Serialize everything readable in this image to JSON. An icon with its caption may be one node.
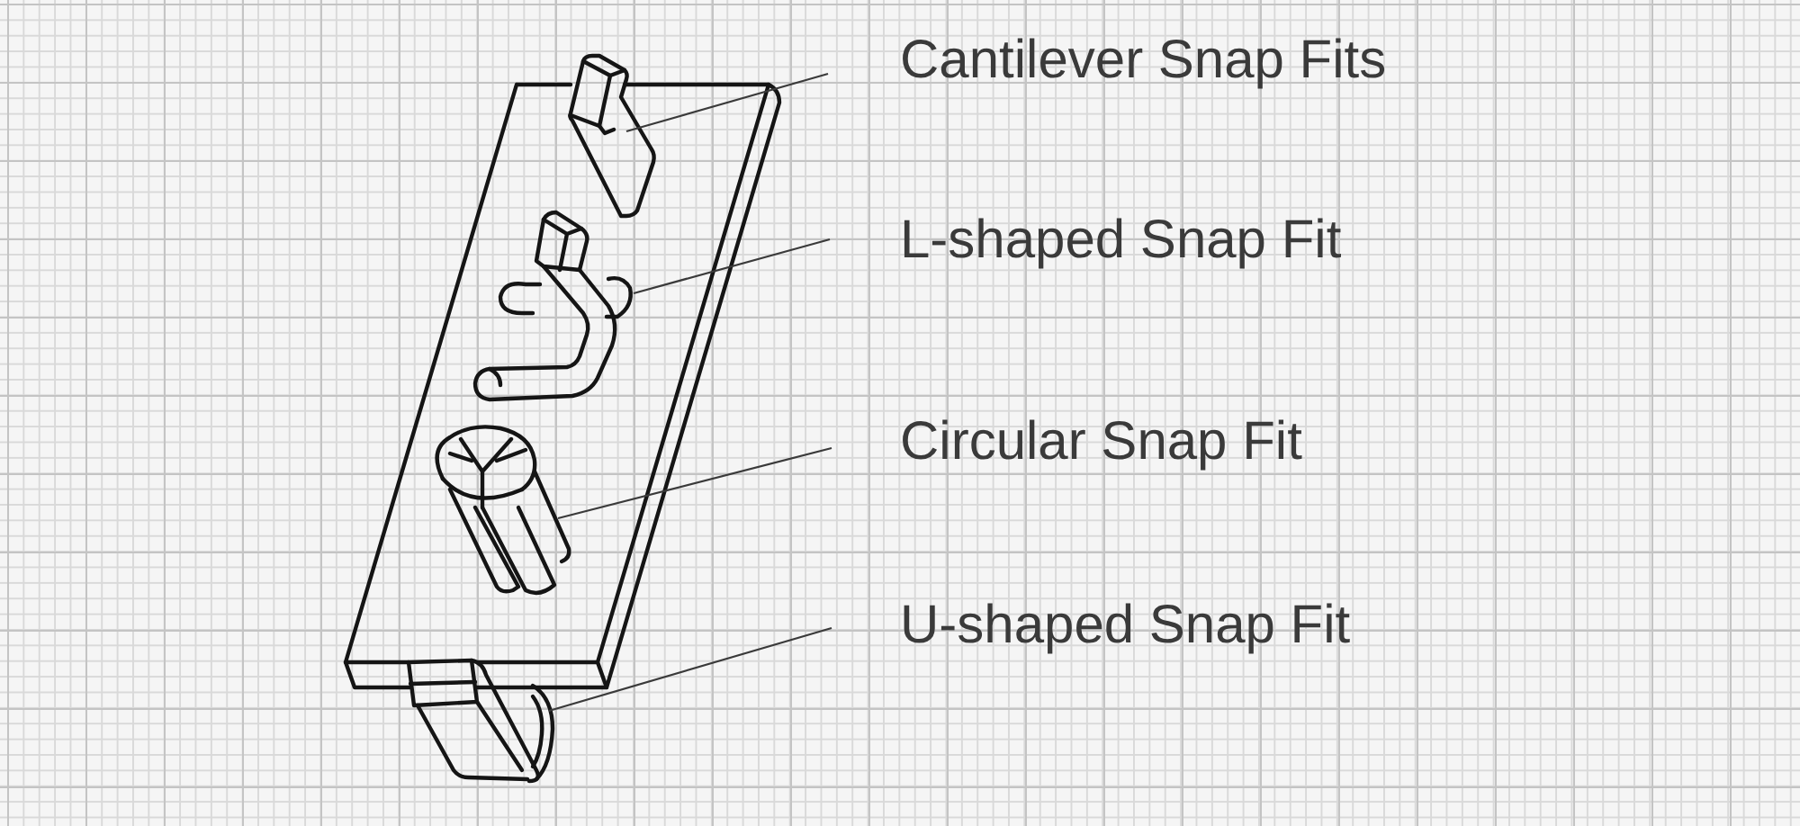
{
  "diagram": {
    "nodes": [
      {
        "text": [
          "Cantilever Snap Fits"
        ]
      },
      {
        "text": [
          "L-shaped Snap Fit"
        ]
      },
      {
        "text": [
          "Circular Snap Fit"
        ]
      },
      {
        "text": [
          "U-shaped Snap Fit"
        ]
      },
      {
        "text": [],
        "shape": "picture"
      },
      {
        "text": [],
        "shape": "picture"
      },
      {
        "text": [],
        "shape": "picture"
      },
      {
        "text": [],
        "shape": "picture"
      }
    ],
    "edges": [
      {
        "from": 0,
        "to": 4,
        "arrow": "none"
      },
      {
        "from": 1,
        "to": 5,
        "arrow": "none"
      },
      {
        "from": 2,
        "to": 6,
        "arrow": "none"
      },
      {
        "from": 3,
        "to": 7,
        "arrow": "none"
      }
    ]
  }
}
